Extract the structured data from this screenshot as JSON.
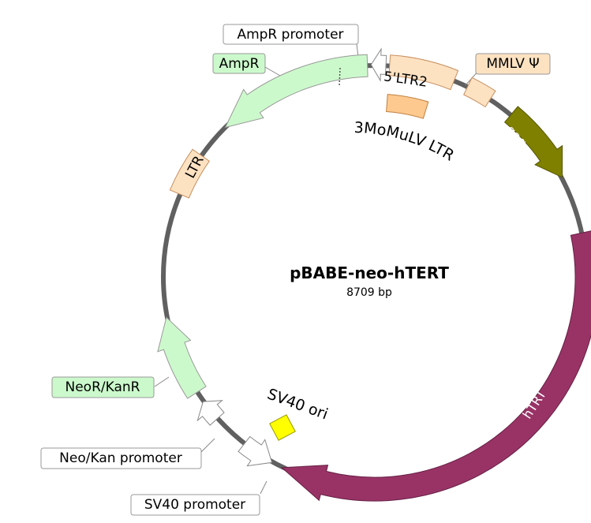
{
  "plasmid": {
    "name": "pBABE-neo-hTERT",
    "size_label": "8709 bp",
    "total_bp": 8709
  },
  "features": {
    "ampr_promoter": {
      "label": "AmpR promoter",
      "color": "#ffffff"
    },
    "ampr": {
      "label": "AmpR",
      "color": "#ccf9cc"
    },
    "ltr5": {
      "label": "5'LTR2",
      "color": "#fde2c2"
    },
    "mmlv_psi": {
      "label": "MMLV Ψ",
      "color": "#fde2c2"
    },
    "gag": {
      "label": "gag",
      "color": "#808000"
    },
    "momulv_ltr": {
      "label": "3MoMuLV LTR",
      "color": "#fdc98f"
    },
    "ltr": {
      "label": "LTR",
      "color": "#fde2c2"
    },
    "htrt": {
      "label": "hTRT",
      "color": "#993366"
    },
    "sv40_ori": {
      "label": "SV40 ori",
      "color": "#ffff00"
    },
    "neor_kanr": {
      "label": "NeoR/KanR",
      "color": "#ccf9cc"
    },
    "neo_kan_promoter": {
      "label": "Neo/Kan promoter",
      "color": "#ffffff"
    },
    "sv40_promoter": {
      "label": "SV40 promoter",
      "color": "#ffffff"
    }
  },
  "colors": {
    "backbone": "#606060",
    "outline": "#888888"
  }
}
